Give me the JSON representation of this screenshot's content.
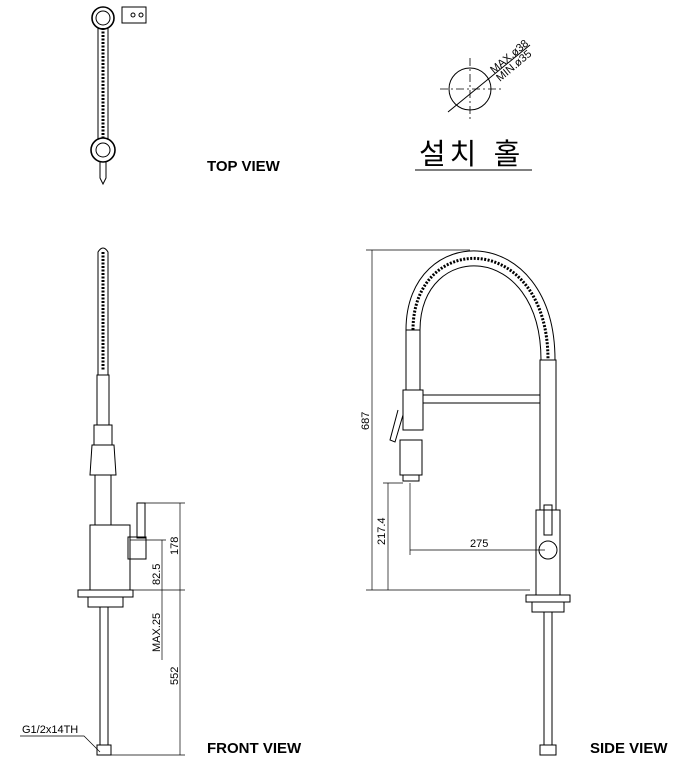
{
  "views": {
    "top": "TOP VIEW",
    "front": "FRONT VIEW",
    "side": "SIDE VIEW"
  },
  "hole": {
    "title": "설치 홀",
    "max": "MAX.ø38",
    "min": "MIN.ø35"
  },
  "front_dims": {
    "d178": "178",
    "d82_5": "82.5",
    "max25": "MAX.25",
    "d552": "552",
    "thread": "G1/2x14TH"
  },
  "side_dims": {
    "d687": "687",
    "d217_4": "217.4",
    "d275": "275"
  }
}
